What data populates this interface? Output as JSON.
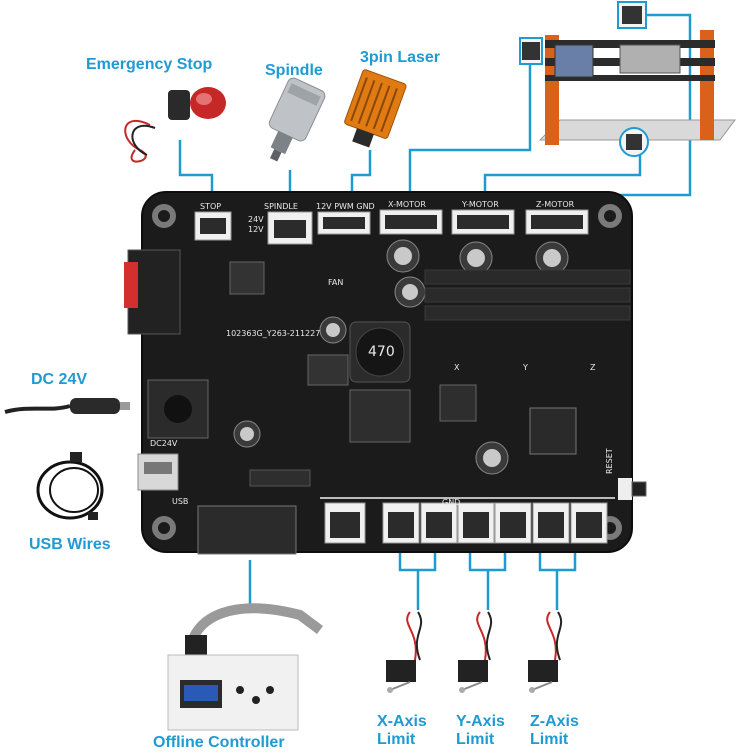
{
  "callouts": {
    "emergency_stop": "Emergency Stop",
    "spindle": "Spindle",
    "laser": "3pin Laser",
    "dc24v": "DC 24V",
    "usb_wires": "USB Wires",
    "offline_controller": "Offline Controller",
    "x_limit_1": "X-Axis",
    "x_limit_2": "Limit",
    "y_limit_1": "Y-Axis",
    "y_limit_2": "Limit",
    "z_limit_1": "Z-Axis",
    "z_limit_2": "Limit"
  },
  "board_silkscreen": {
    "stop": "STOP",
    "spindle": "SPINDLE",
    "laser_pins": "12V PWM GND",
    "x_motor": "X-MOTOR",
    "y_motor": "Y-MOTOR",
    "z_motor": "Z-MOTOR",
    "fan": "FAN",
    "board_id": "102363G_Y263-211227",
    "dc_jack": "DC24V",
    "usb": "USB",
    "reset": "RESET",
    "gnd": "GND",
    "x": "X",
    "y": "Y",
    "z": "Z",
    "inductor": "470",
    "v12": "12V",
    "v24": "24V"
  },
  "colors": {
    "accent": "#1f9bd3",
    "board": "#1b1b1b",
    "connector": "#f0f0f0"
  }
}
